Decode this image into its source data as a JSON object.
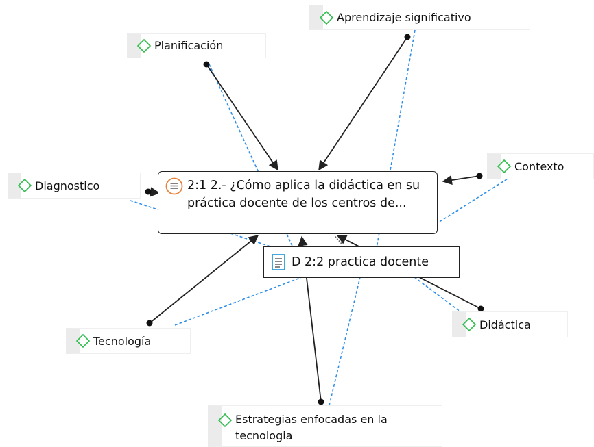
{
  "quotation": {
    "text": "2:1 2.- ¿Cómo aplica la didáctica en su práctica docente de los centros de...",
    "icon": "quotation-icon",
    "accent": "#e8823a"
  },
  "document": {
    "text": "D 2:2 practica docente",
    "icon": "document-icon",
    "accent": "#2a9fd8"
  },
  "codes": {
    "aprendizaje": "Aprendizaje significativo",
    "planificacion": "Planificación",
    "contexto": "Contexto",
    "diagnostico": "Diagnostico",
    "didactica": "Didáctica",
    "tecnologia": "Tecnología",
    "estrategias": "Estrategias enfocadas en la tecnologia"
  },
  "code_icon": "code-diamond-icon",
  "colors": {
    "code_diamond": "#2ebd4a",
    "link_solid": "#222222",
    "link_dotted": "#2f8fe8",
    "label_bar": "#ebebeb"
  }
}
